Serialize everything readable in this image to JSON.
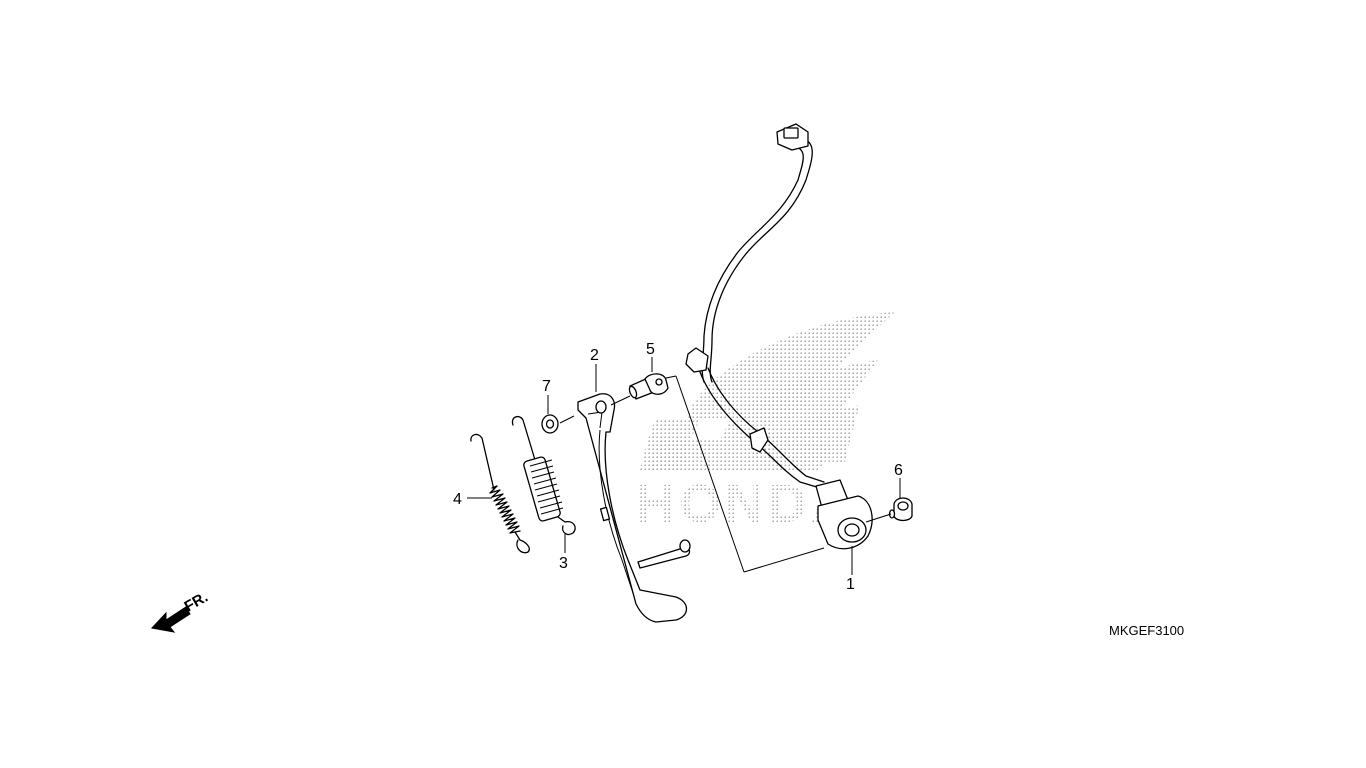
{
  "diagram": {
    "callouts": [
      {
        "id": "1",
        "label": "1"
      },
      {
        "id": "2",
        "label": "2"
      },
      {
        "id": "3",
        "label": "3"
      },
      {
        "id": "4",
        "label": "4"
      },
      {
        "id": "5",
        "label": "5"
      },
      {
        "id": "6",
        "label": "6"
      },
      {
        "id": "7",
        "label": "7"
      }
    ],
    "front_indicator": "FR.",
    "drawing_code": "MKGEF3100",
    "watermark_brand": "HONDA"
  }
}
